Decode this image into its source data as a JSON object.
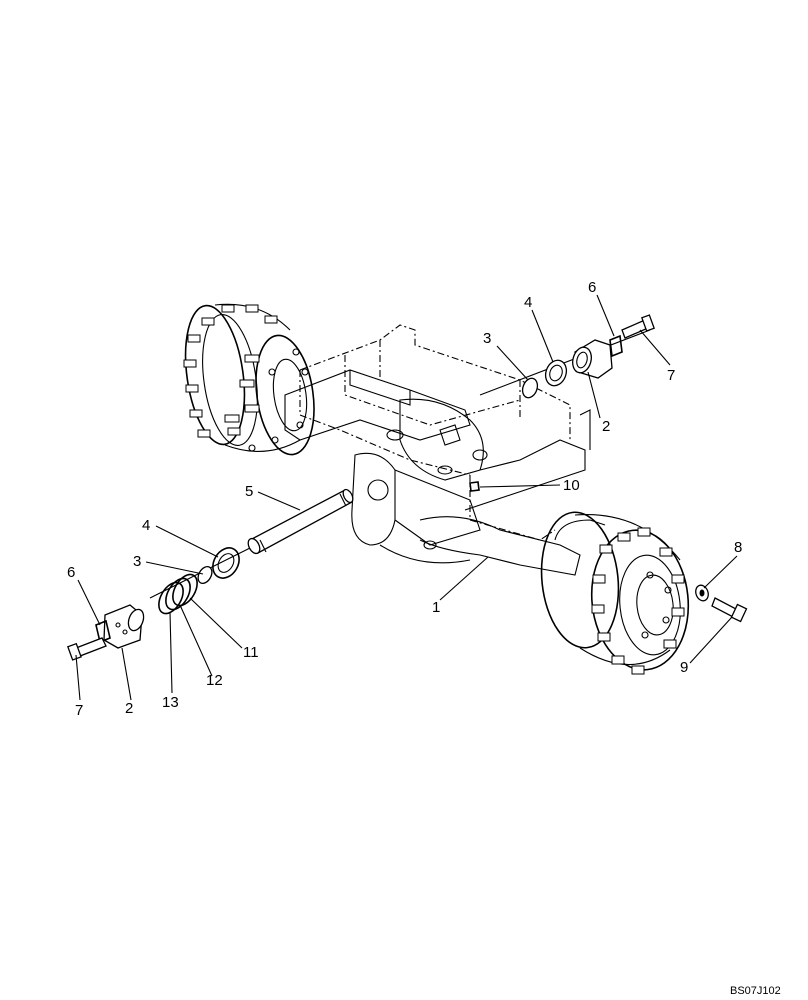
{
  "diagram": {
    "type": "exploded-parts-view",
    "drawing_code": "BS07J102",
    "callouts": [
      {
        "id": "c1",
        "text": "1"
      },
      {
        "id": "c2a",
        "text": "2"
      },
      {
        "id": "c2b",
        "text": "2"
      },
      {
        "id": "c3a",
        "text": "3"
      },
      {
        "id": "c3b",
        "text": "3"
      },
      {
        "id": "c4a",
        "text": "4"
      },
      {
        "id": "c4b",
        "text": "4"
      },
      {
        "id": "c5",
        "text": "5"
      },
      {
        "id": "c6a",
        "text": "6"
      },
      {
        "id": "c6b",
        "text": "6"
      },
      {
        "id": "c7a",
        "text": "7"
      },
      {
        "id": "c7b",
        "text": "7"
      },
      {
        "id": "c8",
        "text": "8"
      },
      {
        "id": "c9",
        "text": "9"
      },
      {
        "id": "c10",
        "text": "10"
      },
      {
        "id": "c11",
        "text": "11"
      },
      {
        "id": "c12",
        "text": "12"
      },
      {
        "id": "c13",
        "text": "13"
      }
    ]
  }
}
